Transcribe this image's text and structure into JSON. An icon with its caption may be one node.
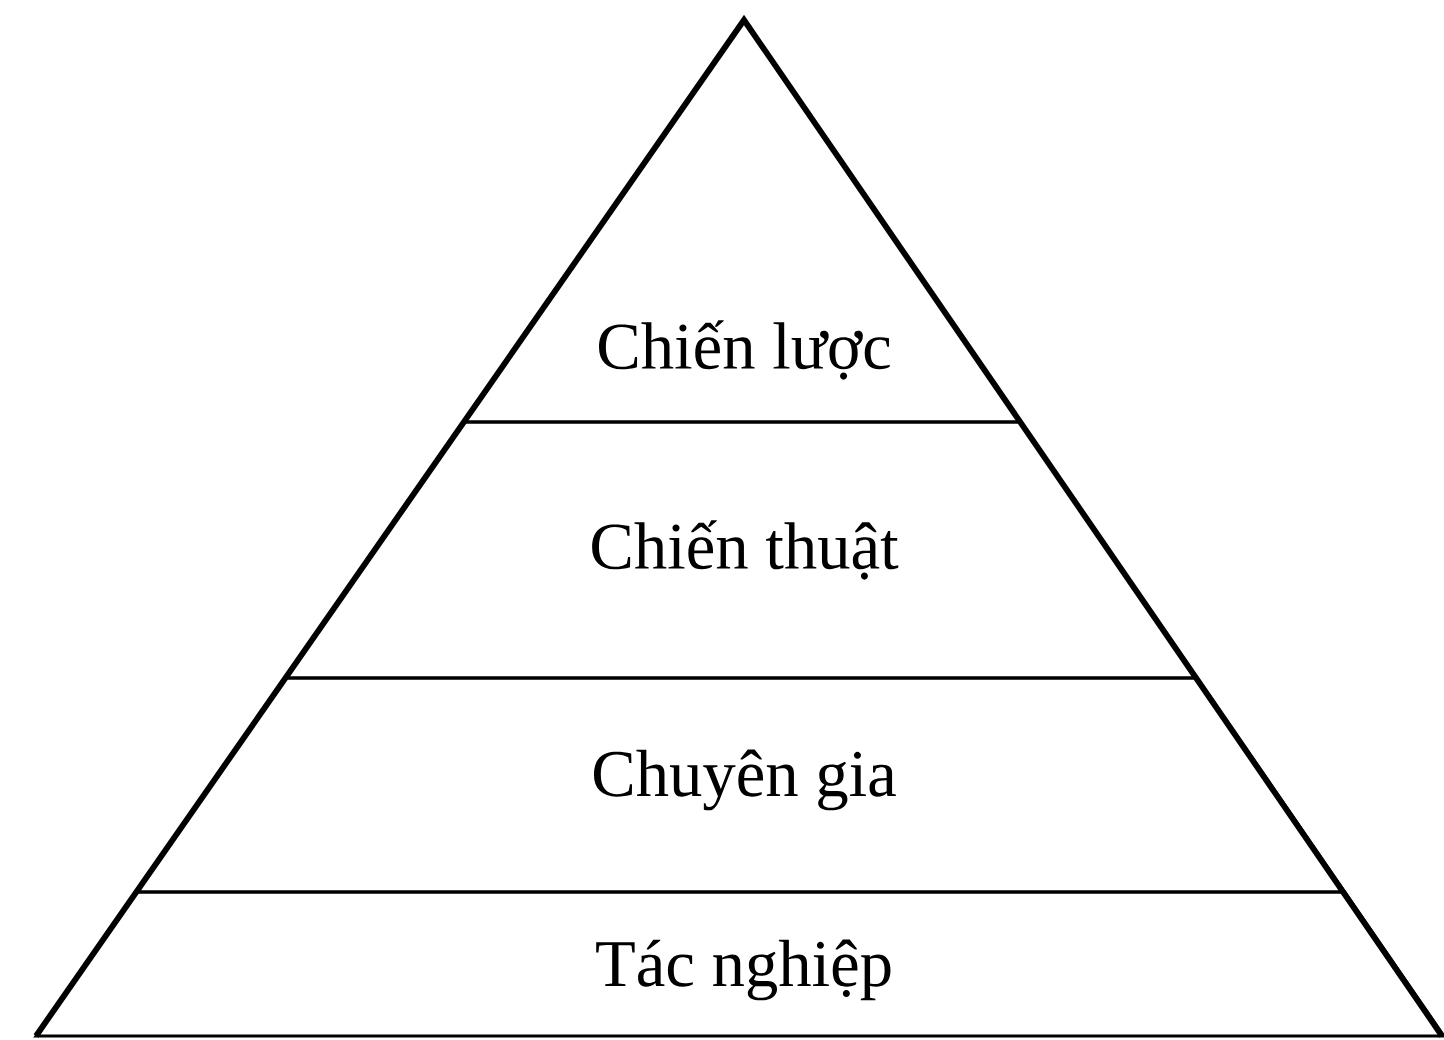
{
  "diagram": {
    "nodes": [
      {
        "text": [
          "Chiến lược"
        ]
      },
      {
        "text": [
          "Chiến thuật"
        ]
      },
      {
        "text": [
          "Chuyên gia"
        ]
      },
      {
        "text": [
          "Tác nghiệp"
        ]
      }
    ]
  }
}
